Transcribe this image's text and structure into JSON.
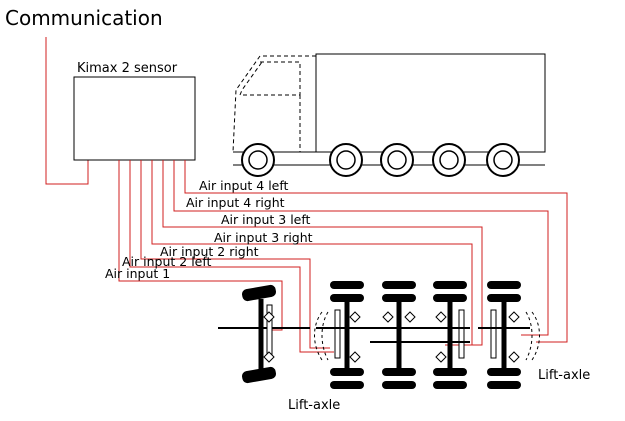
{
  "diagram": {
    "title": "Communication",
    "sensor_label": "Kimax 2 sensor",
    "air_inputs": [
      "Air input 4 left",
      "Air input 4 right",
      "Air input 3 left",
      "Air input 3 right",
      "Air input 2 right",
      "Air input 2 left",
      "Air input 1"
    ],
    "lift_axle_labels": [
      "Lift-axle",
      "Lift-axle"
    ],
    "colors": {
      "wire": "#d21f1f",
      "outline": "#000000",
      "background": "#ffffff"
    }
  }
}
